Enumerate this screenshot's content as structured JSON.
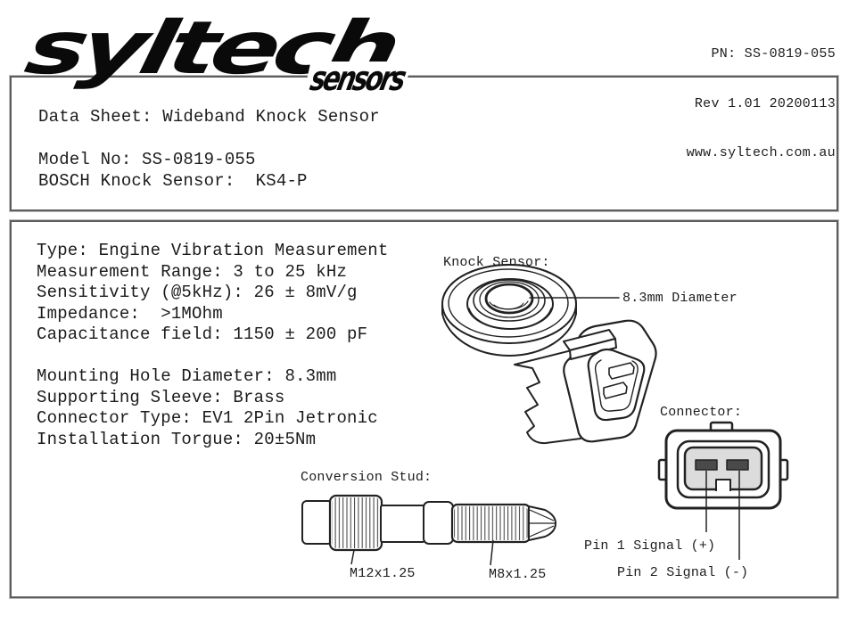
{
  "header": {
    "logo_main": "syltech",
    "logo_sub": "sensors",
    "pn": "PN: SS-0819-055",
    "rev": "Rev 1.01 20200113",
    "website": "www.syltech.com.au"
  },
  "title_box": {
    "title": "Data Sheet: Wideband Knock Sensor",
    "model": "Model No: SS-0819-055",
    "bosch": "BOSCH Knock Sensor:  KS4-P"
  },
  "specs": {
    "g1": [
      "Type: Engine Vibration Measurement",
      "Measurement Range: 3 to 25 kHz",
      "Sensitivity (@5kHz): 26 ± 8mV/g",
      "Impedance:  >1MOhm",
      "Capacitance field: 1150 ± 200 pF"
    ],
    "g2": [
      "Mounting Hole Diameter: 8.3mm",
      "Supporting Sleeve: Brass",
      "Connector Type: EV1 2Pin Jetronic",
      "Installation Torgue: 20±5Nm"
    ]
  },
  "diagrams": {
    "knock_sensor_label": "Knock Sensor:",
    "diameter_callout": "8.3mm Diameter",
    "connector_label": "Connector:",
    "pin1_label": "Pin 1 Signal (+)",
    "pin2_label": "Pin 2 Signal (-)",
    "stud_label": "Conversion Stud:",
    "stud_thread_left": "M12x1.25",
    "stud_thread_right": "M8x1.25"
  },
  "colors": {
    "ink": "#222222",
    "frame_border": "#5d5d5d",
    "connector_fill": "#dcdcdc",
    "pin_fill": "#4a4a4a"
  }
}
